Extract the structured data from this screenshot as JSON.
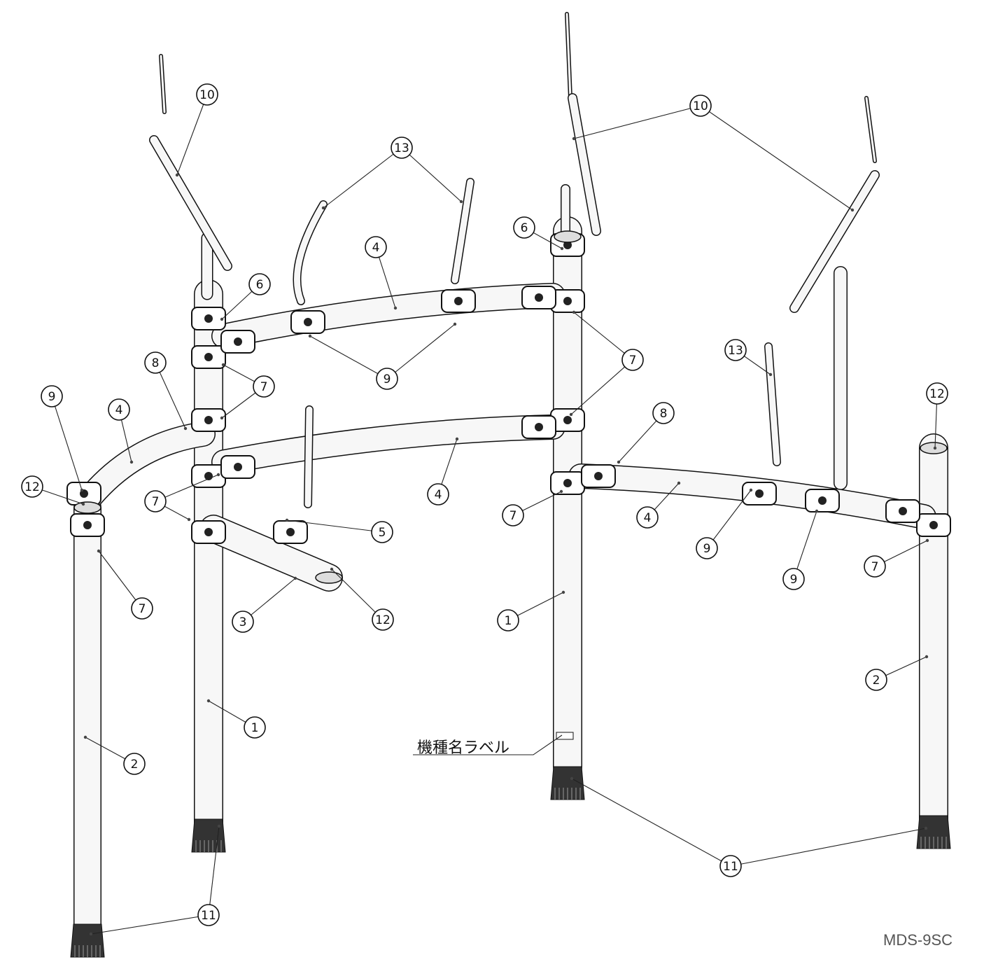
{
  "diagram": {
    "model_name": "MDS-9SC",
    "model_label_text": "機種名ラベル",
    "callouts": [
      "10",
      "10",
      "13",
      "4",
      "6",
      "6",
      "9",
      "7",
      "8",
      "9",
      "4",
      "7",
      "13",
      "12",
      "8",
      "12",
      "7",
      "4",
      "7",
      "4",
      "5",
      "9",
      "9",
      "7",
      "7",
      "3",
      "12",
      "1",
      "2",
      "1",
      "2",
      "11",
      "11"
    ]
  }
}
